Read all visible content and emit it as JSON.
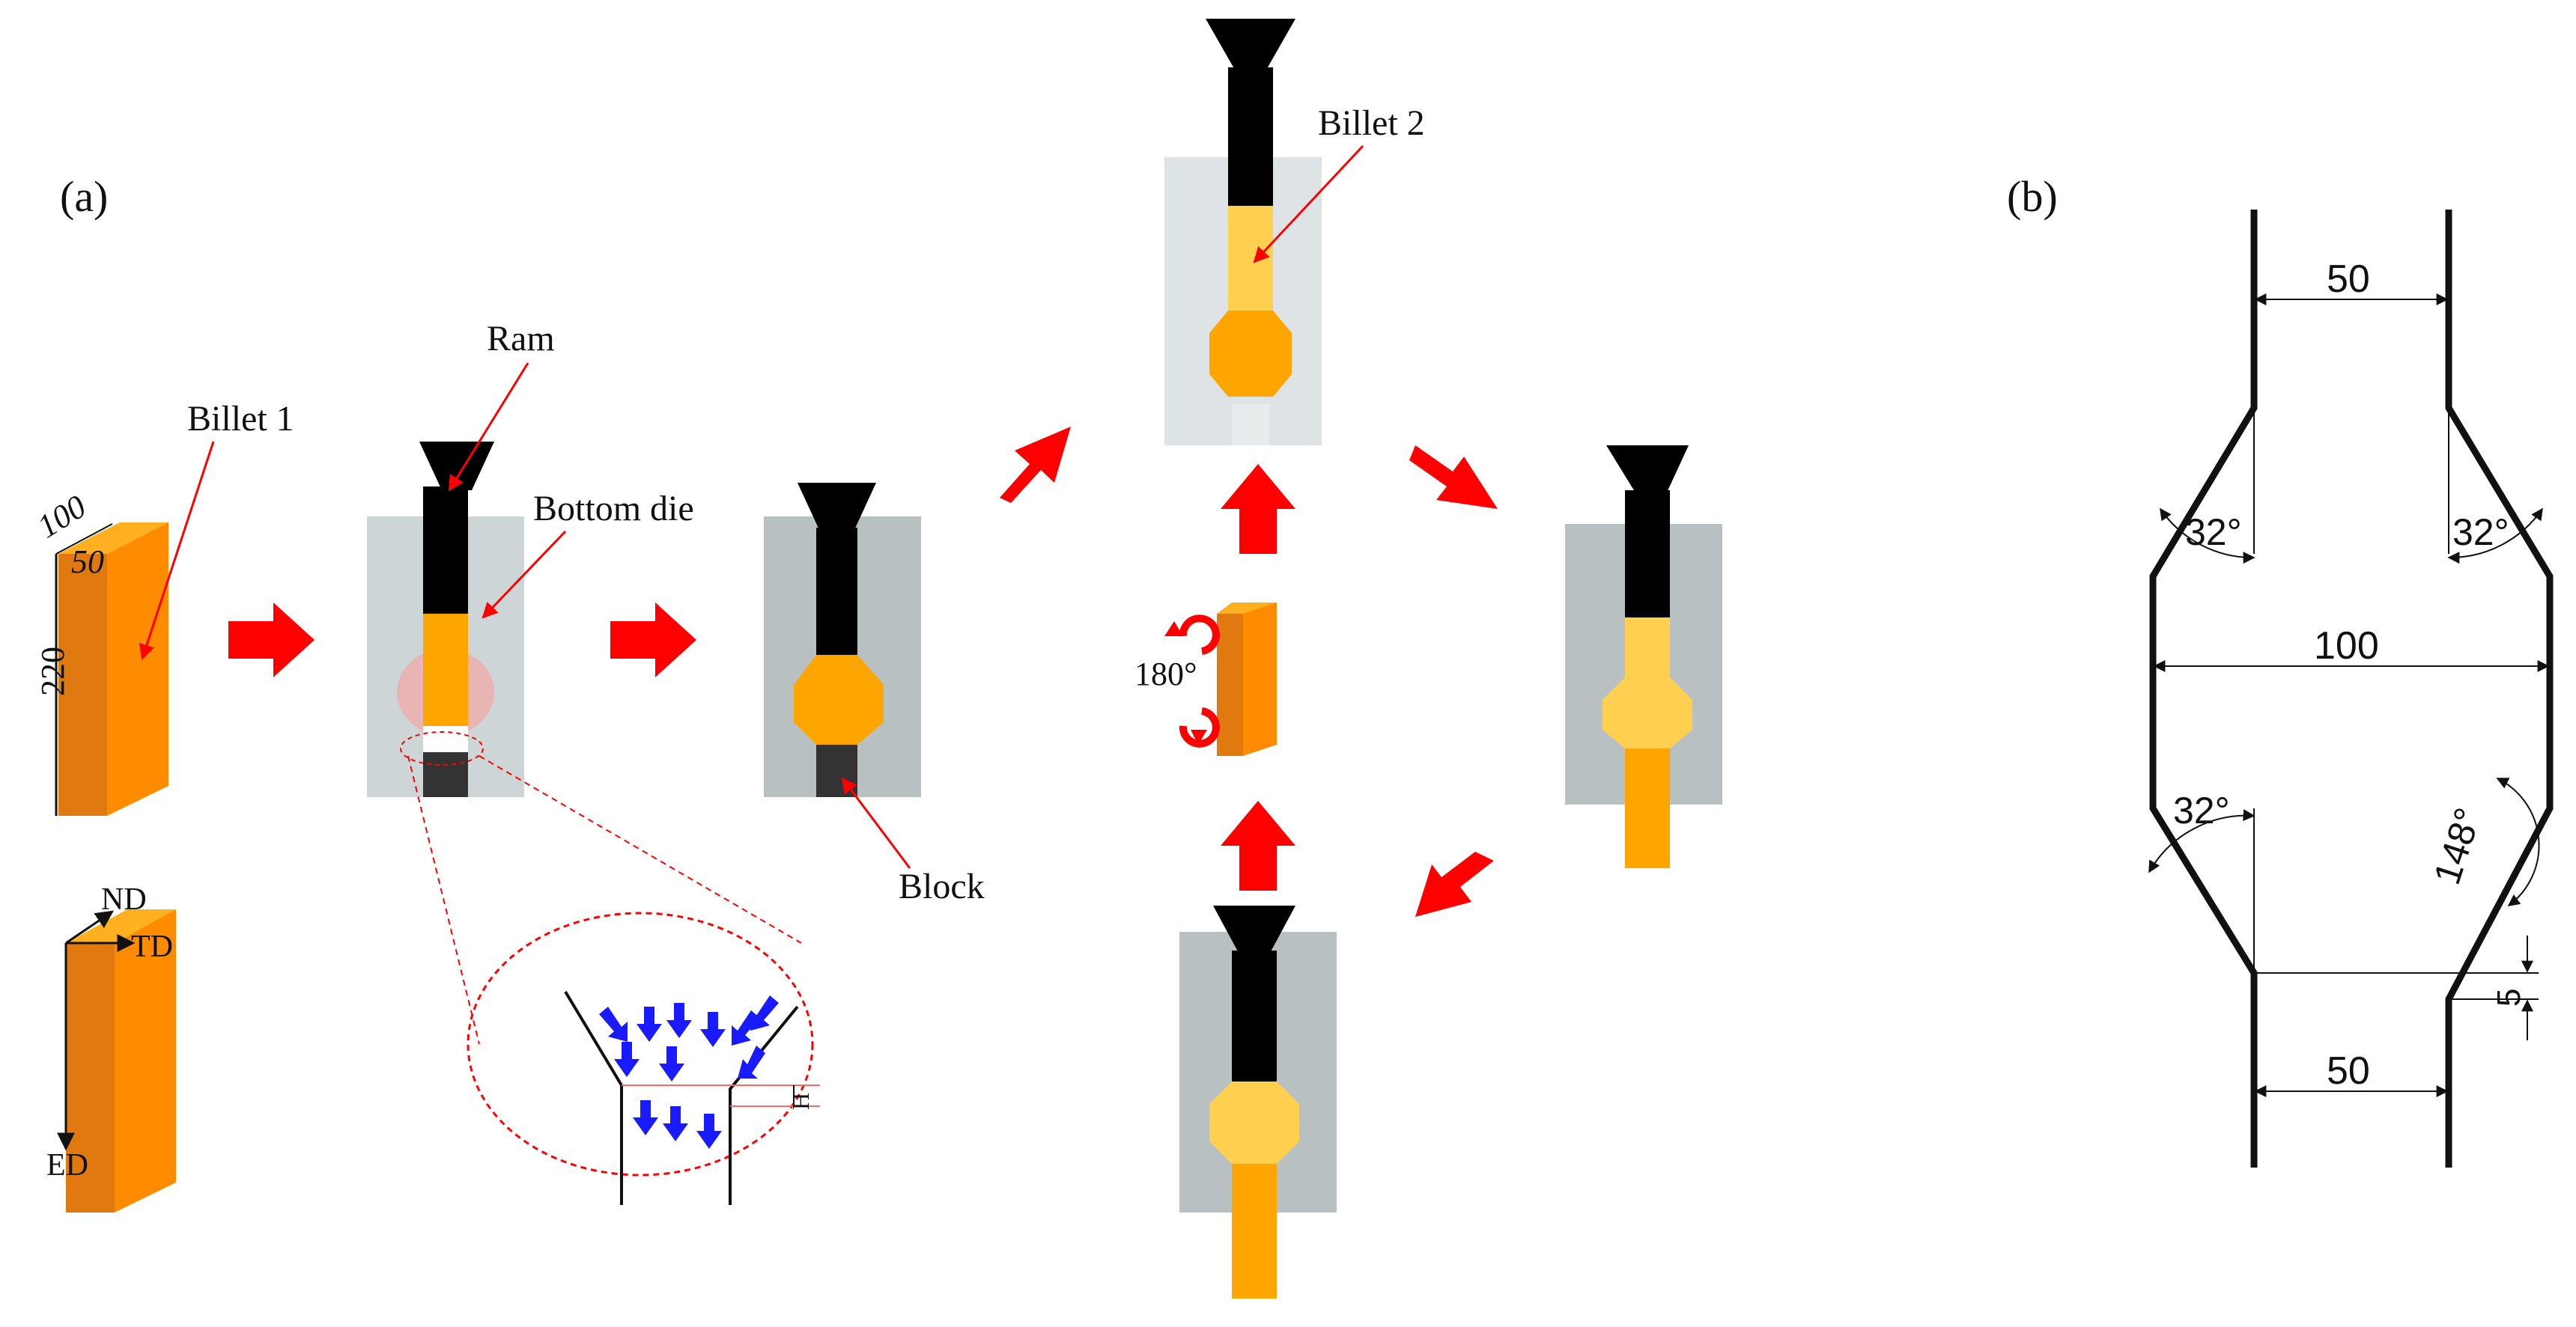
{
  "panels": {
    "a": {
      "label": "(a)"
    },
    "b": {
      "label": "(b)"
    }
  },
  "annotations": {
    "billet1": "Billet 1",
    "ram": "Ram",
    "bottom_die": "Bottom die",
    "block": "Block",
    "billet2": "Billet 2",
    "rotation": "180°"
  },
  "billet_dims": {
    "width": "100",
    "thickness": "50",
    "height": "220"
  },
  "axes": {
    "nd": "ND",
    "td": "TD",
    "ed": "ED"
  },
  "detail_inset": {
    "h_label": "H"
  },
  "die_geometry": {
    "top_channel_width": "50",
    "middle_width": "100",
    "bottom_channel_width": "50",
    "upper_left_angle": "32°",
    "upper_right_angle": "32°",
    "lower_left_angle": "32°",
    "lower_right_angle": "148°",
    "step_height": "5"
  },
  "colors": {
    "billet_front": "#ff8c00",
    "billet_side": "#e07a10",
    "billet_top": "#ffb020",
    "ram": "#000000",
    "die": "#b8c0c2",
    "arrow": "#ff0000",
    "flow_arrow": "#1a1aff",
    "billet_light": "#ffd050"
  }
}
